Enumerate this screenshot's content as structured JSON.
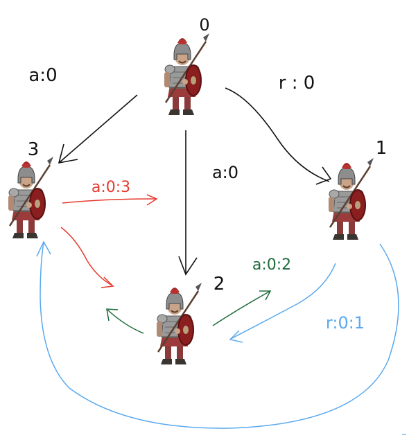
{
  "nodes": [
    {
      "id": "0",
      "label": "0"
    },
    {
      "id": "1",
      "label": "1"
    },
    {
      "id": "2",
      "label": "2"
    },
    {
      "id": "3",
      "label": "3"
    }
  ],
  "edge_labels": {
    "e_0_3": "a:0",
    "e_0_1": "r : 0",
    "e_0_2": "a:0",
    "e_3_1": "a:0:3",
    "e_2_1": "a:0:2",
    "e_1_2": "r:0:1"
  },
  "colors": {
    "black": "#111111",
    "red": "#e53a2f",
    "green": "#1f6b3b",
    "blue": "#5aa9ee"
  },
  "icons": {
    "node_icon": "roman-soldier-icon"
  }
}
